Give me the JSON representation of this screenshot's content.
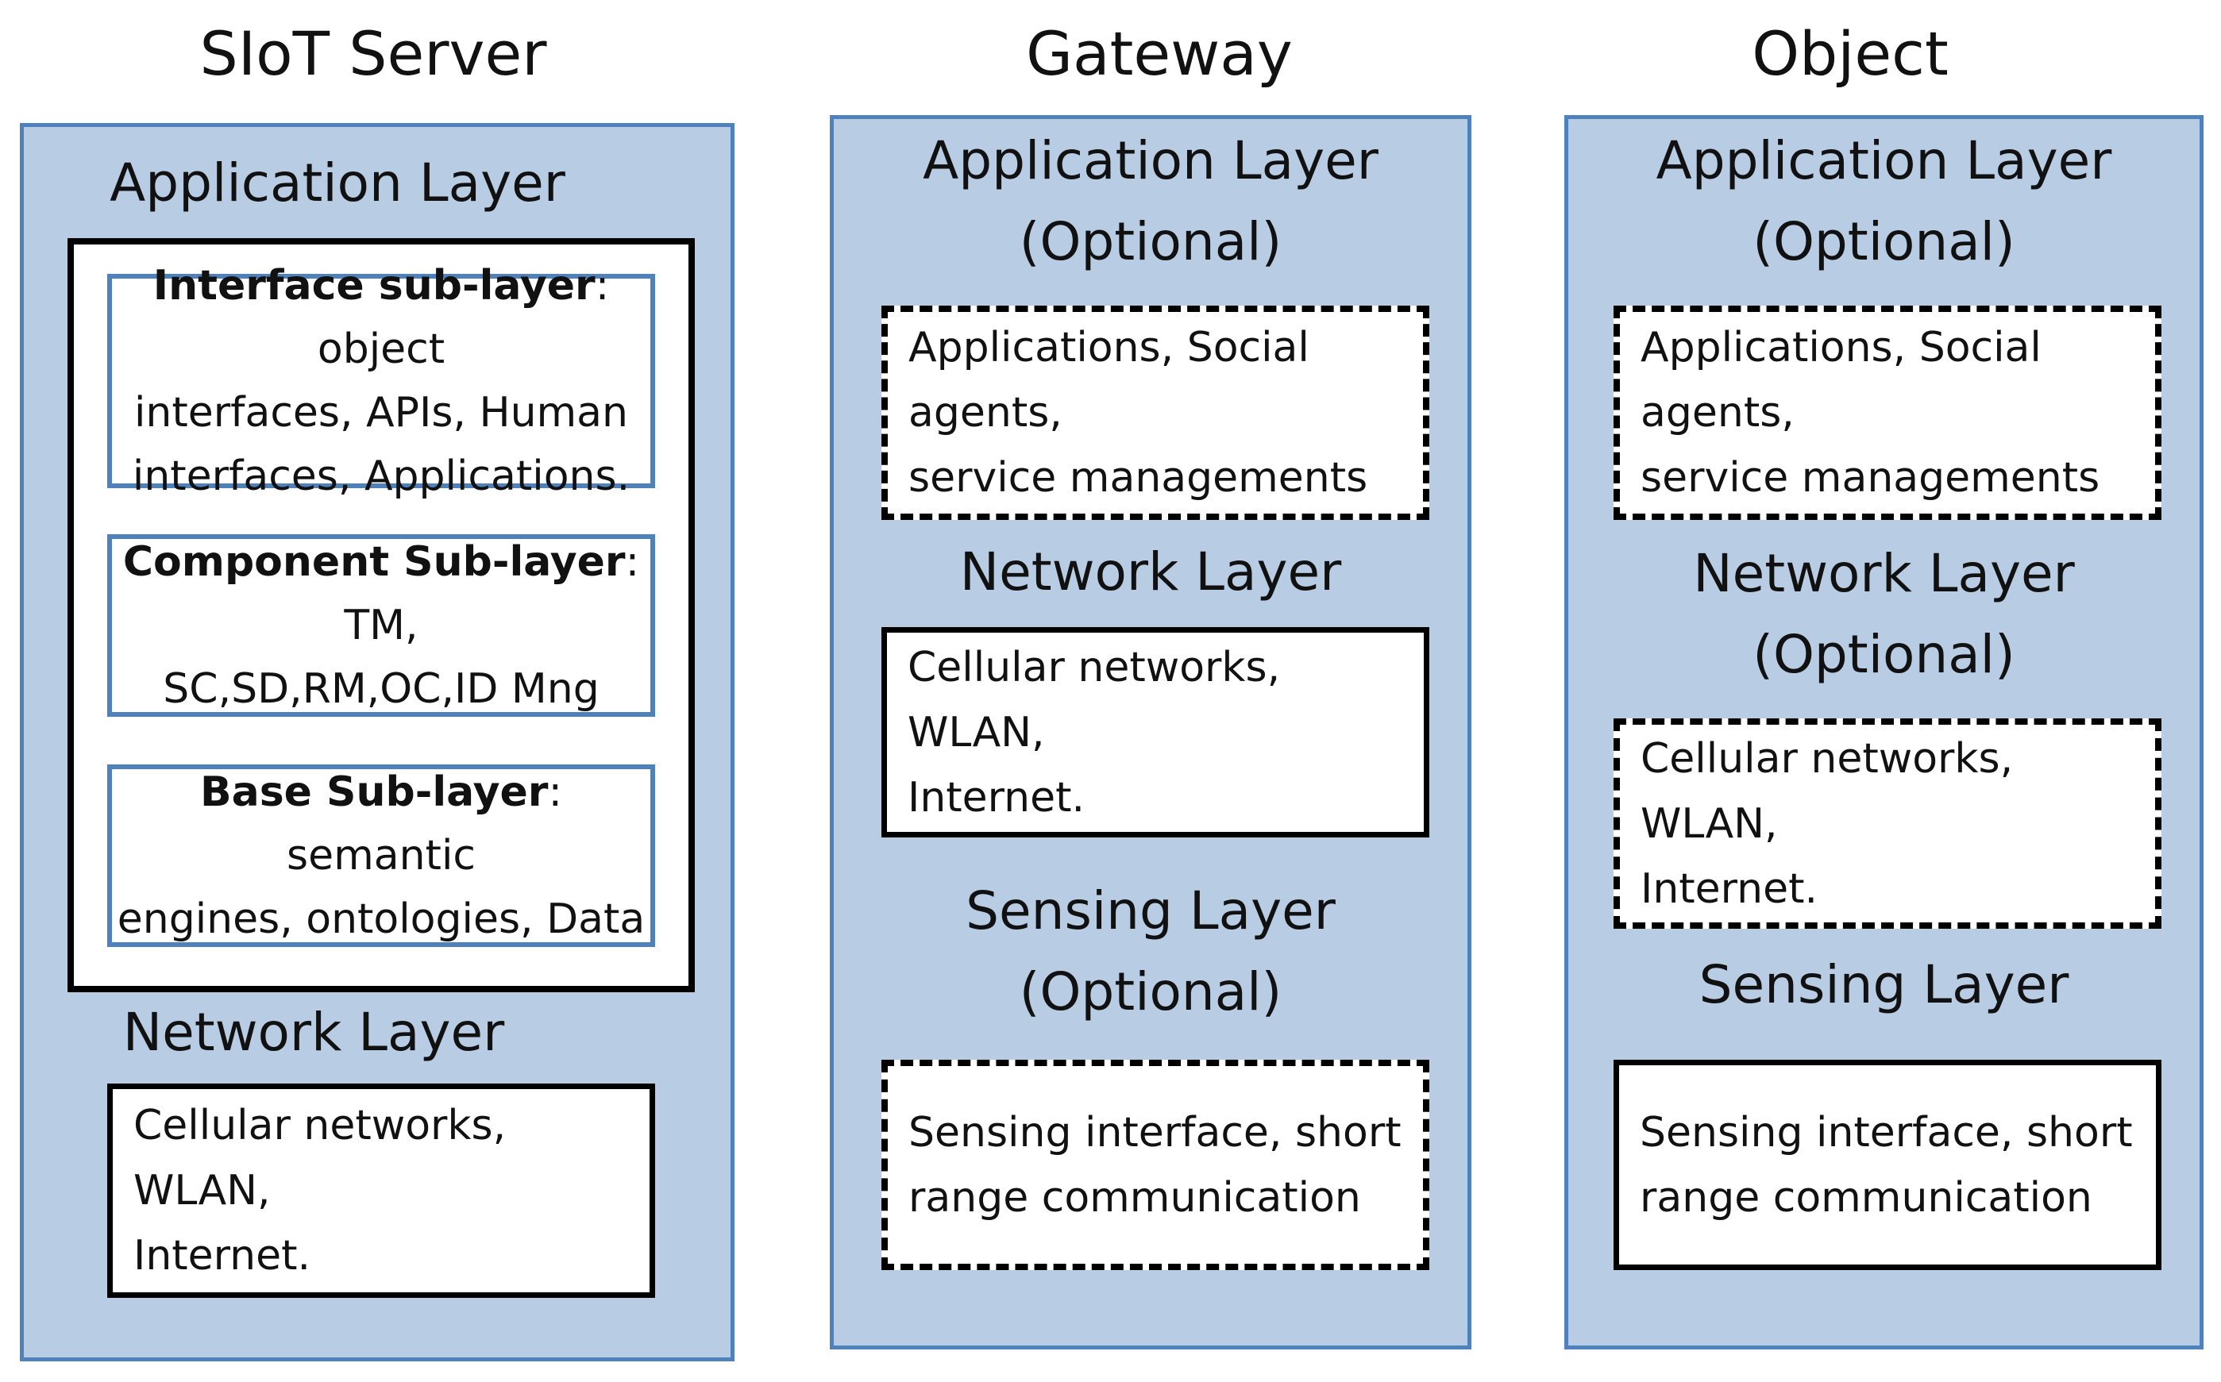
{
  "columns": [
    {
      "title": "SIoT Server",
      "application_layer": {
        "title": "Application Layer",
        "sublayers": [
          {
            "name": "Interface sub-layer",
            "text_line1": ": object",
            "text_line2": "interfaces, APIs, Human",
            "text_line3": "interfaces, Applications."
          },
          {
            "name": "Component Sub-layer",
            "text_line1": ": TM,",
            "text_line2": "SC,SD,RM,OC,ID Mng"
          },
          {
            "name": "Base Sub-layer",
            "text_line1": ": semantic",
            "text_line2": "engines, ontologies, Data"
          }
        ]
      },
      "network_layer": {
        "title": "Network Layer",
        "lines": [
          "Cellular networks, WLAN,",
          "Internet."
        ]
      }
    },
    {
      "title": "Gateway",
      "application_layer": {
        "title_line1": "Application Layer",
        "title_line2": "(Optional)",
        "lines": [
          "Applications, Social agents,",
          "service managements"
        ]
      },
      "network_layer": {
        "title": "Network Layer",
        "lines": [
          "Cellular networks, WLAN,",
          "Internet."
        ]
      },
      "sensing_layer": {
        "title_line1": "Sensing Layer",
        "title_line2": "(Optional)",
        "lines": [
          "Sensing interface, short",
          "range communication"
        ]
      }
    },
    {
      "title": "Object",
      "application_layer": {
        "title_line1": "Application Layer",
        "title_line2": "(Optional)",
        "lines": [
          "Applications, Social agents,",
          "service managements"
        ]
      },
      "network_layer": {
        "title_line1": "Network Layer",
        "title_line2": "(Optional)",
        "lines": [
          "Cellular networks, WLAN,",
          "Internet."
        ]
      },
      "sensing_layer": {
        "title": "Sensing Layer",
        "lines": [
          "Sensing interface, short",
          "range communication"
        ]
      }
    }
  ],
  "colors": {
    "panel_fill": "#b8cce4",
    "panel_border": "#4f81bd",
    "box_border": "#000000"
  }
}
